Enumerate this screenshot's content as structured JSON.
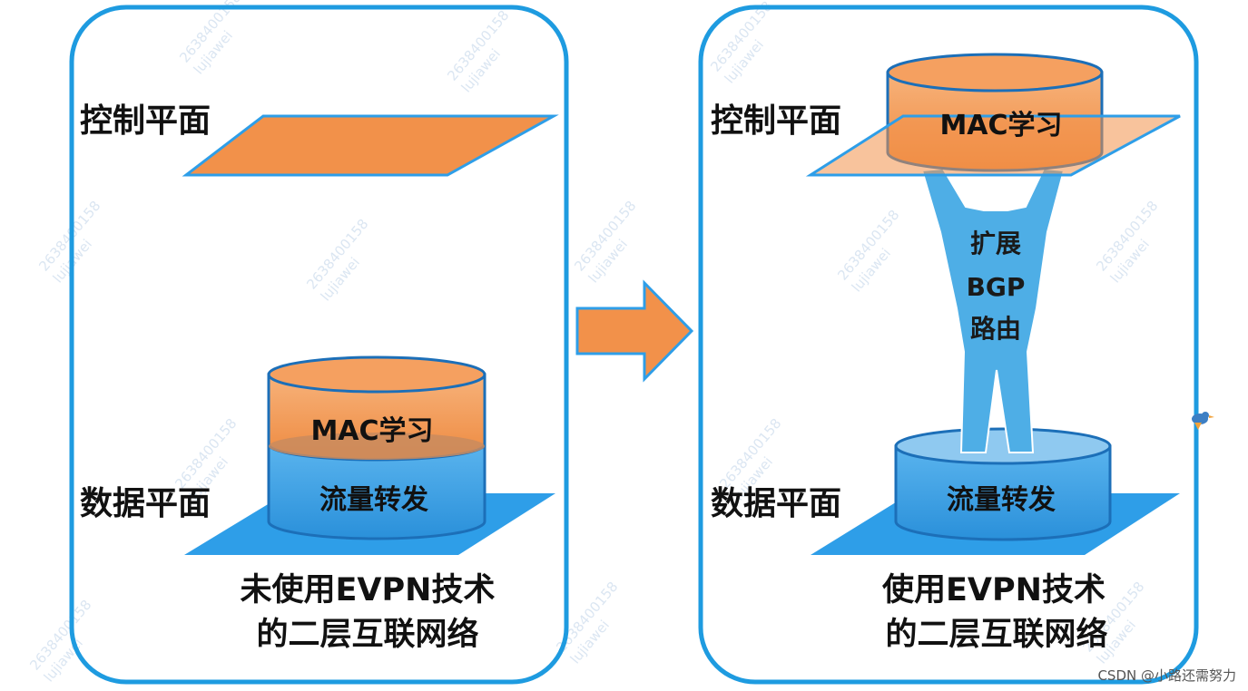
{
  "left_panel": {
    "control_plane_label": "控制平面",
    "data_plane_label": "数据平面",
    "mac_learning_label": "MAC学习",
    "traffic_forwarding_label": "流量转发",
    "caption_line1": "未使用EVPN技术",
    "caption_line2": "的二层互联网络"
  },
  "right_panel": {
    "control_plane_label": "控制平面",
    "data_plane_label": "数据平面",
    "mac_learning_label": "MAC学习",
    "traffic_forwarding_label": "流量转发",
    "figure_label_line1": "扩展",
    "figure_label_line2": "BGP",
    "figure_label_line3": "路由",
    "caption_line1": "使用EVPN技术",
    "caption_line2": "的二层互联网络"
  },
  "watermark": {
    "line1": "2638400158",
    "line2": "lujiawei"
  },
  "footer": {
    "credit": "CSDN @小路还需努力"
  },
  "colors": {
    "panel_border": "#1e9be0",
    "plane_orange": "#f2914a",
    "plane_blue": "#2e9ee8",
    "cylinder_orange": "#f5a060",
    "cylinder_blue": "#4aa8e8",
    "arrow_orange": "#f2914a",
    "figure_blue": "#4eaee6"
  }
}
